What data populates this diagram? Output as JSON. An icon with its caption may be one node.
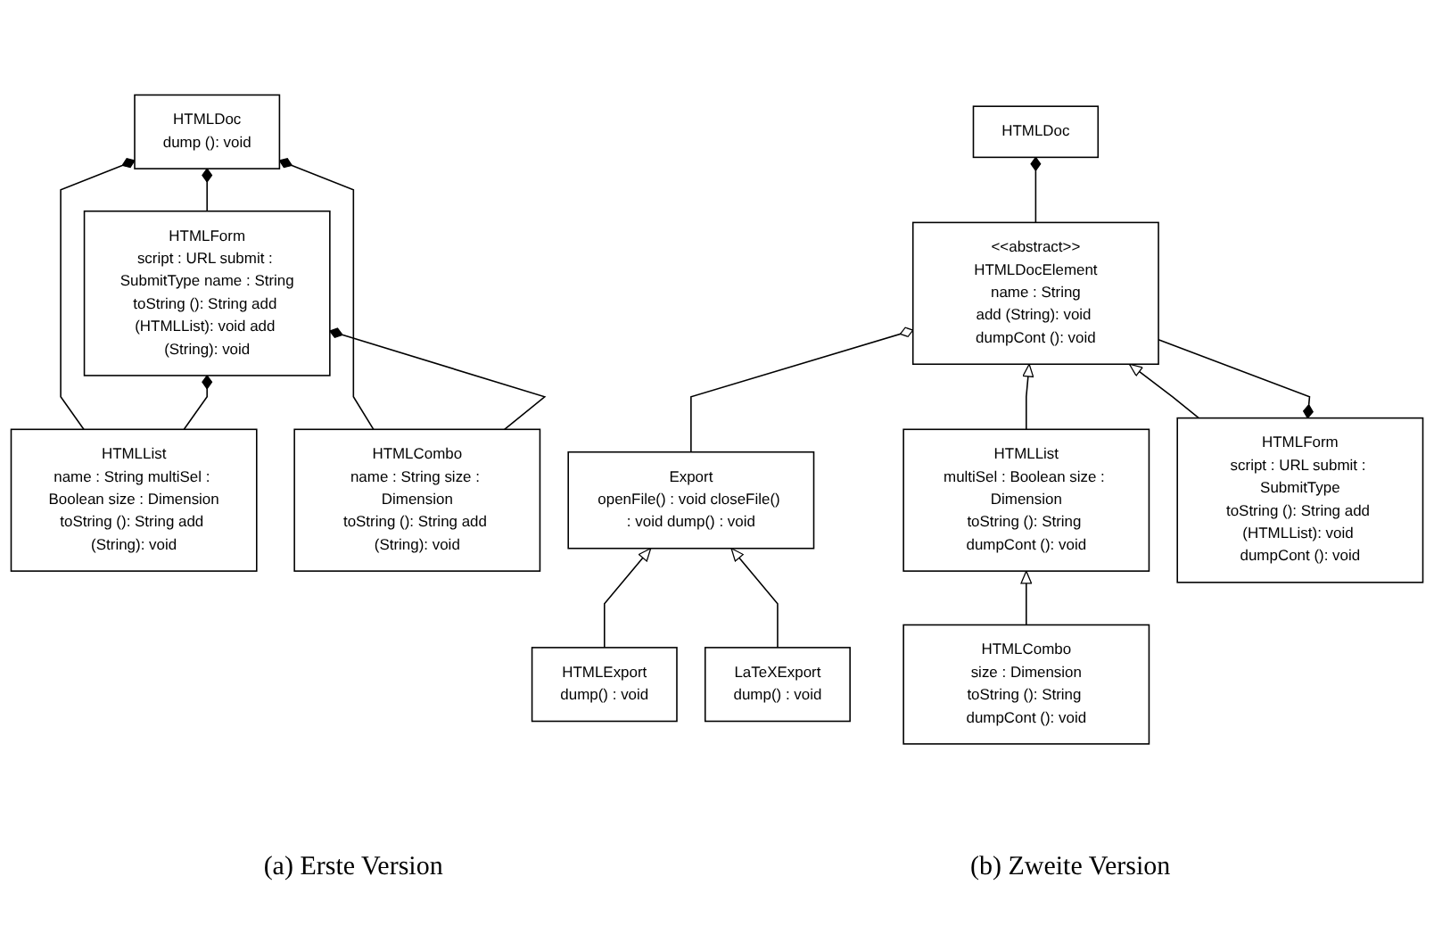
{
  "diagram": {
    "nodes": [
      {
        "text": [
          "HTMLDoc",
          "dump (): void"
        ]
      },
      {
        "text": [
          "HTMLForm",
          "script : URL submit : SubmitType name : String",
          "toString (): String add (HTMLList): void add (String): void"
        ]
      },
      {
        "text": [
          "HTMLList",
          "name : String multiSel : Boolean size : Dimension",
          "toString (): String add (String): void"
        ]
      },
      {
        "text": [
          "HTMLCombo",
          "name : String size : Dimension",
          "toString (): String add (String): void"
        ]
      },
      {
        "text": [
          "HTMLDoc"
        ]
      },
      {
        "text": [
          "Export",
          "openFile() : void closeFile() : void dump() : void"
        ]
      },
      {
        "text": [
          "<<abstract>>",
          "HTMLDocElement",
          "name : String",
          "add (String): void dumpCont (): void"
        ]
      },
      {
        "text": [
          "HTMLExport",
          "dump() : void"
        ]
      },
      {
        "text": [
          "LaTeXExport",
          "dump() : void"
        ]
      },
      {
        "text": [
          "HTMLList",
          "multiSel : Boolean size : Dimension",
          "toString (): String dumpCont (): void"
        ]
      },
      {
        "text": [
          "HTMLForm",
          "script : URL submit : SubmitType",
          "toString (): String add (HTMLList): void dumpCont (): void"
        ]
      },
      {
        "text": [
          "HTMLCombo",
          "size : Dimension",
          "toString (): String dumpCont (): void"
        ]
      }
    ],
    "edges": [
      {
        "from": 0,
        "to": 1,
        "arrow": "other"
      },
      {
        "from": 0,
        "to": 2,
        "arrow": "other"
      },
      {
        "from": 0,
        "to": 3,
        "arrow": "other"
      },
      {
        "from": 1,
        "to": 2,
        "arrow": "other"
      },
      {
        "from": 1,
        "to": 3,
        "arrow": "other"
      },
      {
        "from": 4,
        "to": 6,
        "arrow": "other"
      },
      {
        "from": 6,
        "to": 5,
        "arrow": "other"
      },
      {
        "from": 7,
        "to": 5,
        "arrow": "to"
      },
      {
        "from": 8,
        "to": 5,
        "arrow": "to"
      },
      {
        "from": 9,
        "to": 6,
        "arrow": "to"
      },
      {
        "from": 10,
        "to": 6,
        "arrow": "to"
      },
      {
        "from": 10,
        "to": 6,
        "arrow": "other"
      },
      {
        "from": 11,
        "to": 9,
        "arrow": "to"
      }
    ],
    "labels": [
      "(a) Erste Version",
      "(b) Zweite Version"
    ]
  }
}
